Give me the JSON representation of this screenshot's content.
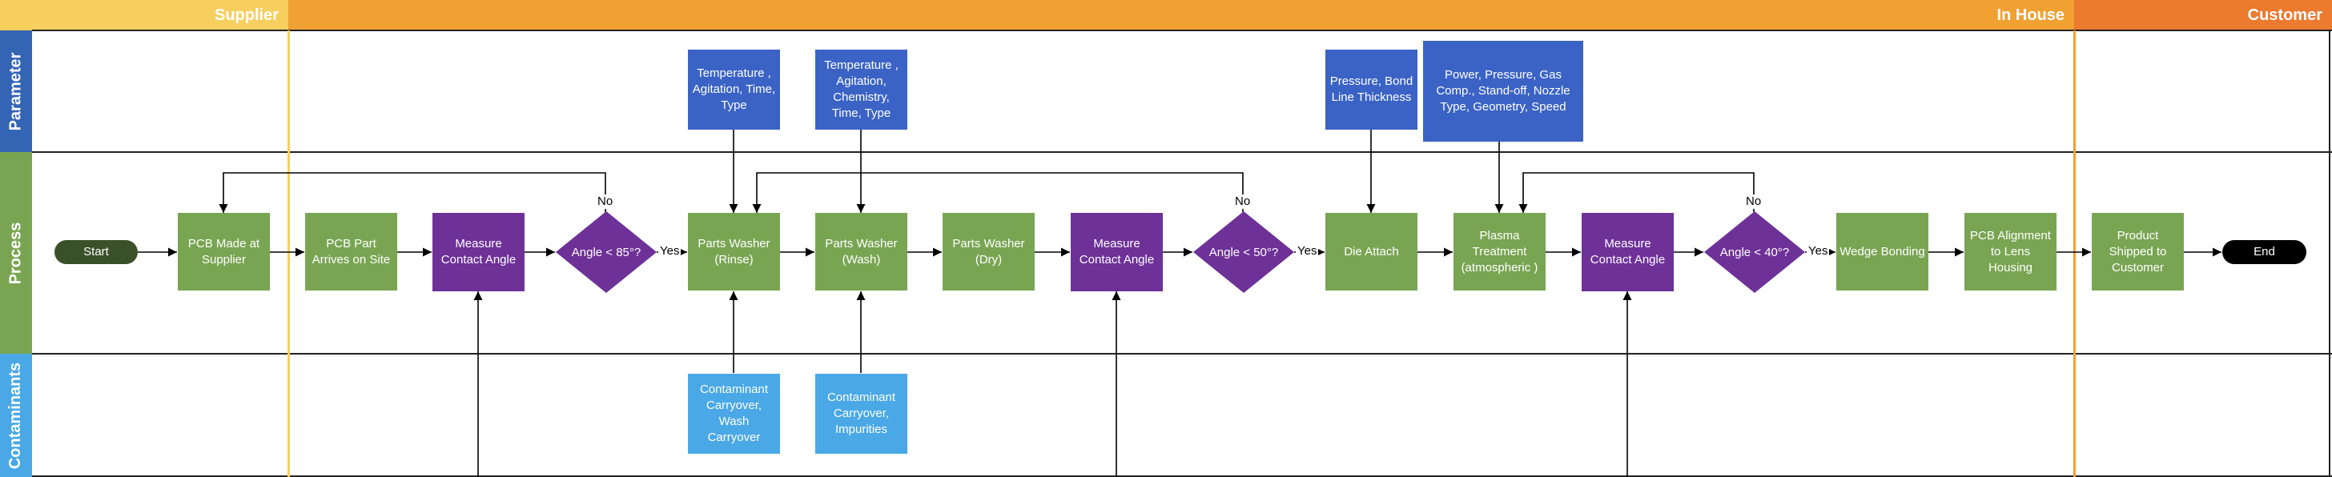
{
  "phases": {
    "supplier": "Supplier",
    "in_house": "In House",
    "customer": "Customer"
  },
  "lanes": {
    "parameter": "Parameter",
    "process": "Process",
    "contaminants": "Contaminants"
  },
  "process": {
    "start": "Start",
    "pcb_made": "PCB Made at Supplier",
    "pcb_arrives": "PCB Part Arrives on Site",
    "measure_1": "Measure Contact Angle",
    "decision_1": "Angle < 85°?",
    "parts_washer_rinse": "Parts Washer (Rinse)",
    "parts_washer_wash": "Parts Washer (Wash)",
    "parts_washer_dry": "Parts Washer (Dry)",
    "measure_2": "Measure Contact Angle",
    "decision_2": "Angle < 50°?",
    "die_attach": "Die Attach",
    "plasma": "Plasma Treatment (atmospheric )",
    "measure_3": "Measure Contact Angle",
    "decision_3": "Angle < 40°?",
    "wedge_bonding": "Wedge Bonding",
    "pcb_alignment": "PCB Alignment to Lens Housing",
    "product_shipped": "Product Shipped to Customer",
    "end": "End"
  },
  "parameters": {
    "rinse": "Temperature , Agitation, Time, Type",
    "wash": "Temperature , Agitation, Chemistry, Time, Type",
    "die_attach": "Pressure, Bond Line Thickness",
    "plasma": "Power, Pressure, Gas Comp., Stand-off, Nozzle Type, Geometry, Speed"
  },
  "contaminants": {
    "rinse": "Contaminant Carryover, Wash Carryover",
    "wash": "Contaminant Carryover, Impurities"
  },
  "edge_labels": {
    "yes": "Yes",
    "no": "No"
  },
  "colors": {
    "supplier_band": "#f7cf5e",
    "in_house_band": "#f0a132",
    "customer_band": "#ec7a2f",
    "parameter_lane": "#3465b4",
    "process_lane": "#79a553",
    "contaminants_lane": "#4aa8e6",
    "process_step": "#79a553",
    "measurement": "#6d3198",
    "parameter_box": "#3b63c5",
    "contaminant_box": "#4aa8e6"
  }
}
